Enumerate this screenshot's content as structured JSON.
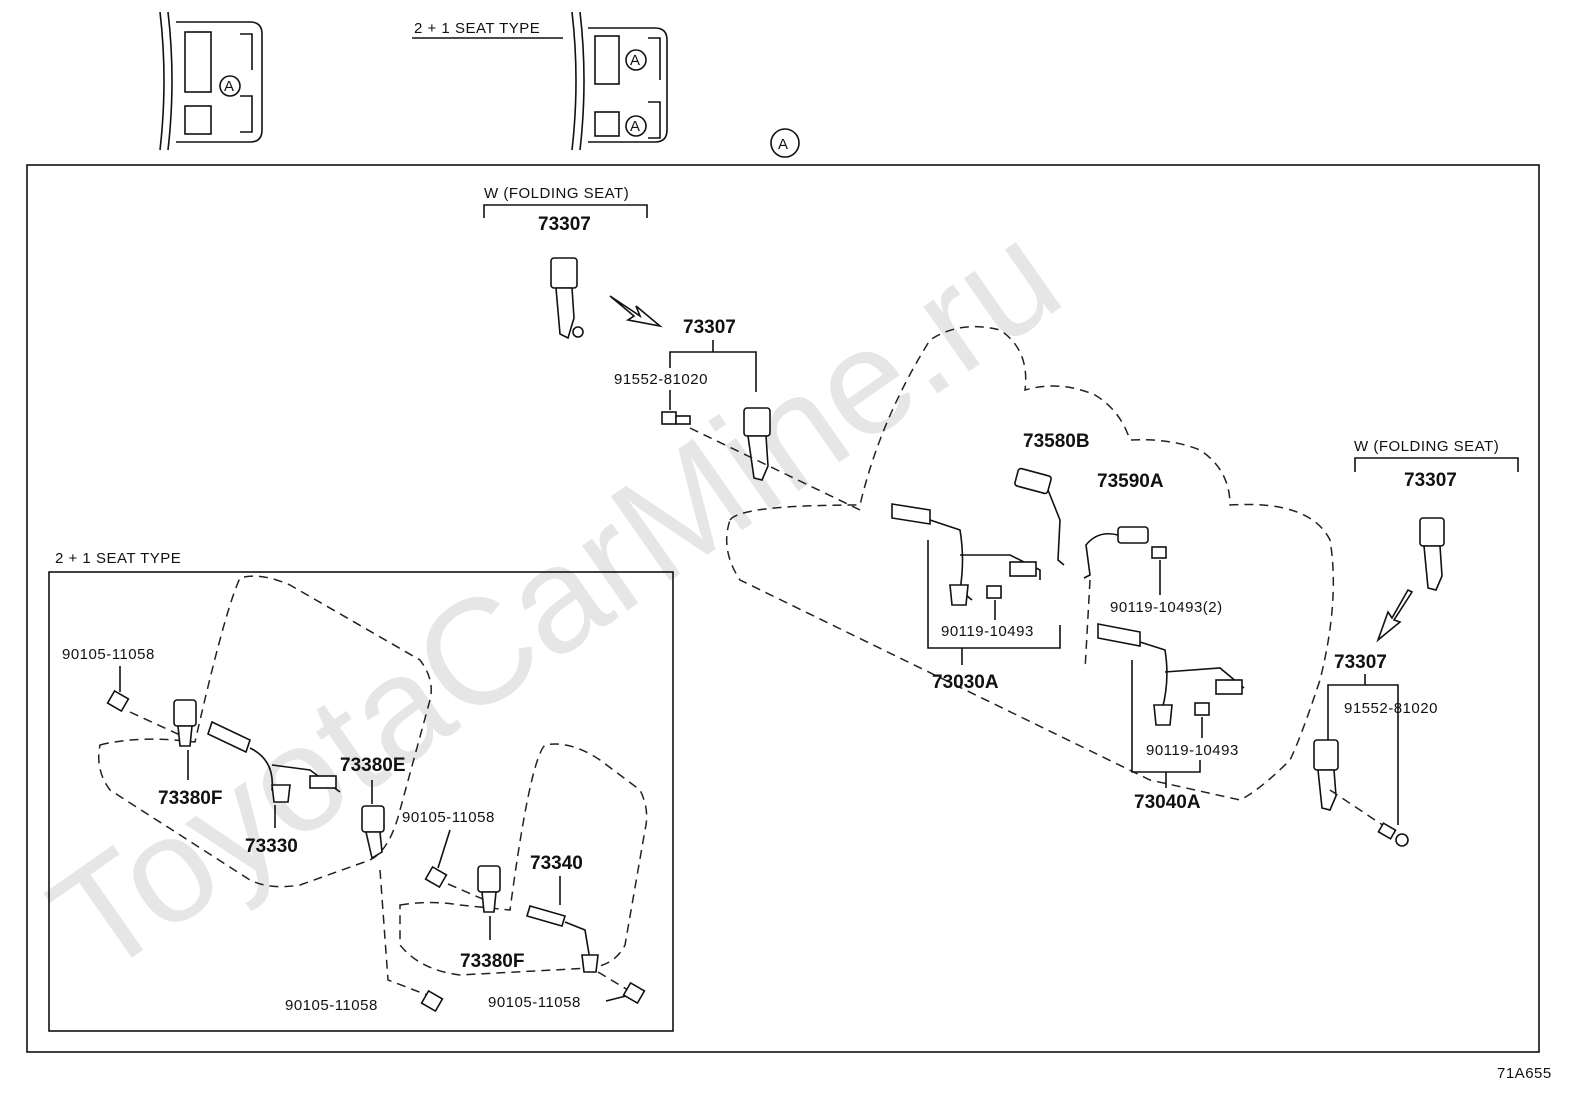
{
  "watermark": "ToyotaCarMine.ru",
  "diagram_code": "71A655",
  "view_marker": "A",
  "header": {
    "seat_type_label": "2 + 1 SEAT TYPE",
    "callout_a1": "A",
    "callout_a2": "A",
    "callout_a3": "A"
  },
  "main": {
    "folding_left": {
      "caption": "W (FOLDING SEAT)",
      "part": "73307"
    },
    "folding_right": {
      "caption": "W (FOLDING SEAT)",
      "part": "73307"
    },
    "left_buckle": {
      "part": "73307",
      "bolt": "91552-81020"
    },
    "right_buckle": {
      "part": "73307",
      "bolt": "91552-81020"
    },
    "part_73580b": "73580B",
    "part_73590a": "73590A",
    "bolt_upper": "90119-10493(2)",
    "bolt_mid": "90119-10493",
    "bolt_lower": "90119-10493",
    "part_73030a": "73030A",
    "part_73040a": "73040A"
  },
  "inset": {
    "title": "2 + 1 SEAT TYPE",
    "bolt_tl": "90105-11058",
    "part_73380f_a": "73380F",
    "part_73330": "73330",
    "part_73380e": "73380E",
    "bolt_mid": "90105-11058",
    "part_73340": "73340",
    "part_73380f_b": "73380F",
    "bolt_bl": "90105-11058",
    "bolt_br": "90105-11058"
  }
}
